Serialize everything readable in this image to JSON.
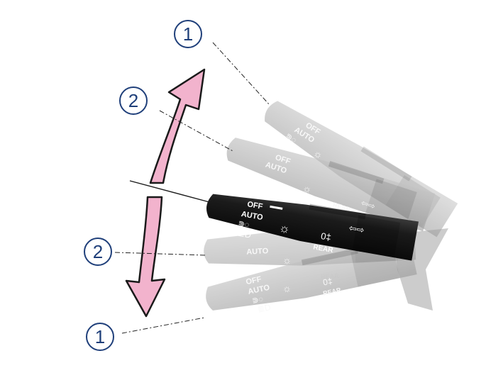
{
  "callouts": {
    "up_top": "1",
    "up_mid": "2",
    "down_mid": "2",
    "down_bottom": "1"
  },
  "lever": {
    "off": "OFF",
    "auto": "AUTO",
    "rear": "REAR"
  },
  "colors": {
    "arrow_fill": "#f2b3cd",
    "arrow_stroke": "#1a1a1a",
    "callout": "#1f3f7a",
    "lever_active": "#151515",
    "lever_ghost": "#9e9e9e"
  },
  "icons": [
    "parking-light-icon",
    "low-beam-icon",
    "headlight-icon",
    "fog-light-icon",
    "turn-signal-icon"
  ]
}
